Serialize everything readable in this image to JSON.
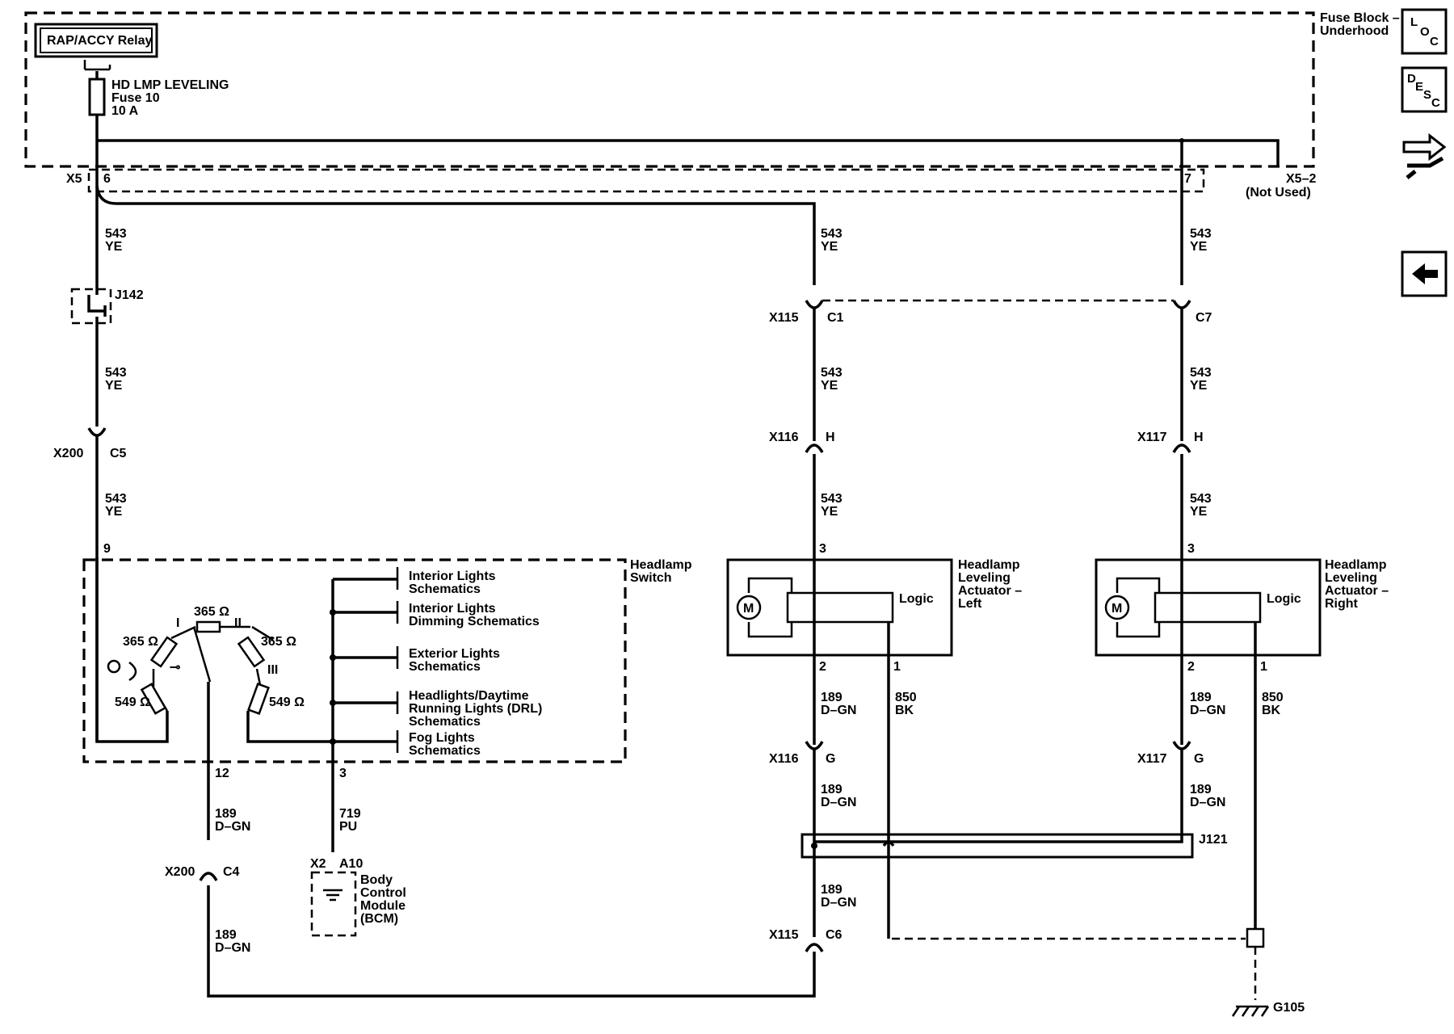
{
  "relay": "RAP/ACCY Relay",
  "fuse": {
    "line1": "HD LMP LEVELING",
    "line2": "Fuse 10",
    "line3": "10 A"
  },
  "fuse_block": {
    "line1": "Fuse Block –",
    "line2": "Underhood"
  },
  "nav": {
    "loc": [
      "L",
      "O",
      "C"
    ],
    "desc": [
      "D",
      "E",
      "S",
      "C"
    ],
    "back": "back"
  },
  "x5": {
    "conn": "X5",
    "pin6": "6",
    "pin7": "7",
    "x52": "X5–2",
    "not_used": "(Not Used)"
  },
  "wire_543": {
    "num": "543",
    "color": "YE"
  },
  "wire_189": {
    "num": "189",
    "color": "D–GN"
  },
  "wire_850": {
    "num": "850",
    "color": "BK"
  },
  "wire_719": {
    "num": "719",
    "color": "PU"
  },
  "j142": "J142",
  "j121": "J121",
  "g105": "G105",
  "x200": {
    "conn": "X200",
    "c5": "C5",
    "c4": "C4"
  },
  "x115": {
    "conn": "X115",
    "c1": "C1",
    "c6": "C6",
    "c7": "C7"
  },
  "x116": {
    "conn": "X116",
    "h": "H",
    "g": "G"
  },
  "x117": {
    "conn": "X117",
    "h": "H",
    "g": "G"
  },
  "headlamp_switch": {
    "title1": "Headlamp",
    "title2": "Switch",
    "pin9": "9",
    "pin12": "12",
    "pin3": "3",
    "r365": "365 Ω",
    "r549": "549 Ω",
    "pos1": "I",
    "pos2": "II",
    "pos3": "III",
    "refs": [
      {
        "l1": "Interior Lights",
        "l2": "Schematics"
      },
      {
        "l1": "Interior Lights",
        "l2": "Dimming Schematics"
      },
      {
        "l1": "Exterior Lights",
        "l2": "Schematics"
      },
      {
        "l1": "Headlights/Daytime",
        "l2": "Running Lights (DRL)",
        "l3": "Schematics"
      },
      {
        "l1": "Fog Lights",
        "l2": "Schematics"
      }
    ]
  },
  "bcm": {
    "x2": "X2",
    "a10": "A10",
    "l1": "Body",
    "l2": "Control",
    "l3": "Module",
    "l4": "(BCM)"
  },
  "actuator_left": {
    "l1": "Headlamp",
    "l2": "Leveling",
    "l3": "Actuator –",
    "l4": "Left",
    "logic": "Logic",
    "motor": "M",
    "pin3": "3",
    "pin2": "2",
    "pin1": "1"
  },
  "actuator_right": {
    "l1": "Headlamp",
    "l2": "Leveling",
    "l3": "Actuator –",
    "l4": "Right",
    "logic": "Logic",
    "motor": "M",
    "pin3": "3",
    "pin2": "2",
    "pin1": "1"
  }
}
